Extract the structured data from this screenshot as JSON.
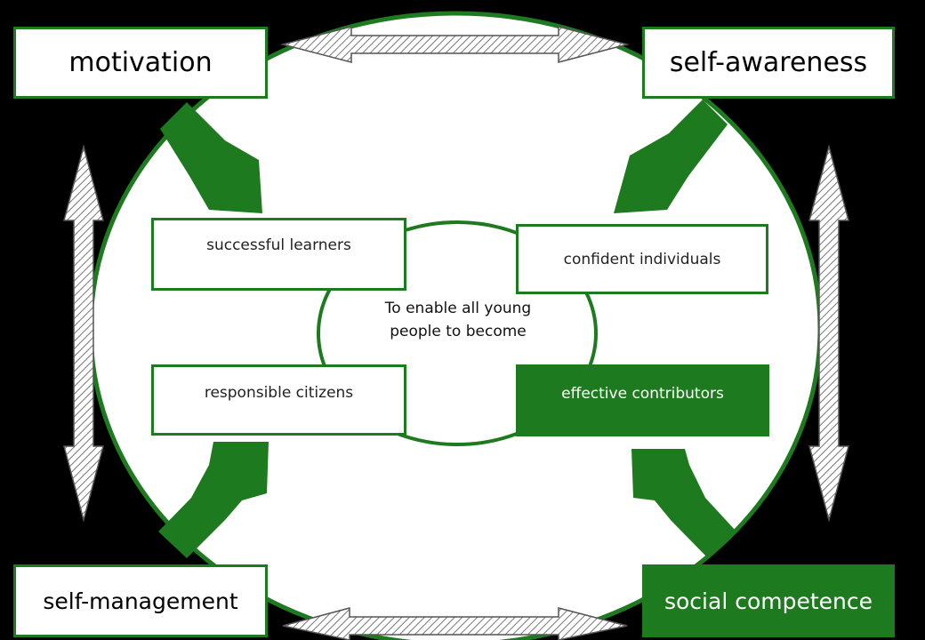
{
  "colors": {
    "green": "#1e7a1e",
    "background": "#000000",
    "box": "#ffffff"
  },
  "outer_boxes": {
    "top_left": "motivation",
    "top_right": "self-awareness",
    "bottom_left": "self-management",
    "bottom_right": "social competence"
  },
  "inner_boxes": {
    "top_left": "successful learners",
    "top_right": "confident individuals",
    "bottom_left": "responsible citizens",
    "bottom_right": "effective contributors"
  },
  "center_text": "To enable all young people to become",
  "icons": [
    "green-arrow-icon",
    "double-headed-arrow-icon"
  ]
}
